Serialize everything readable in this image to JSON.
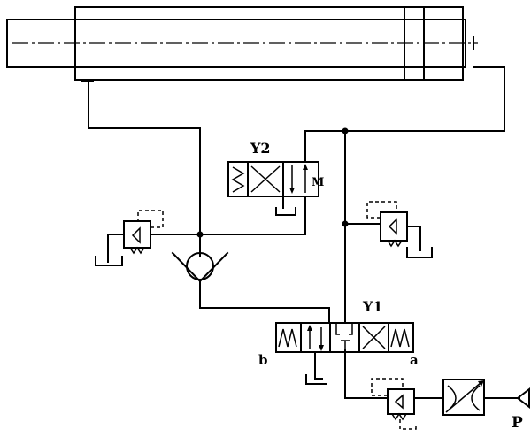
{
  "labels": {
    "valve_y2": "Y2",
    "valve_y1": "Y1",
    "port_b": "b",
    "port_a": "a",
    "pressure_source": "P",
    "solenoid_mark": "M"
  }
}
